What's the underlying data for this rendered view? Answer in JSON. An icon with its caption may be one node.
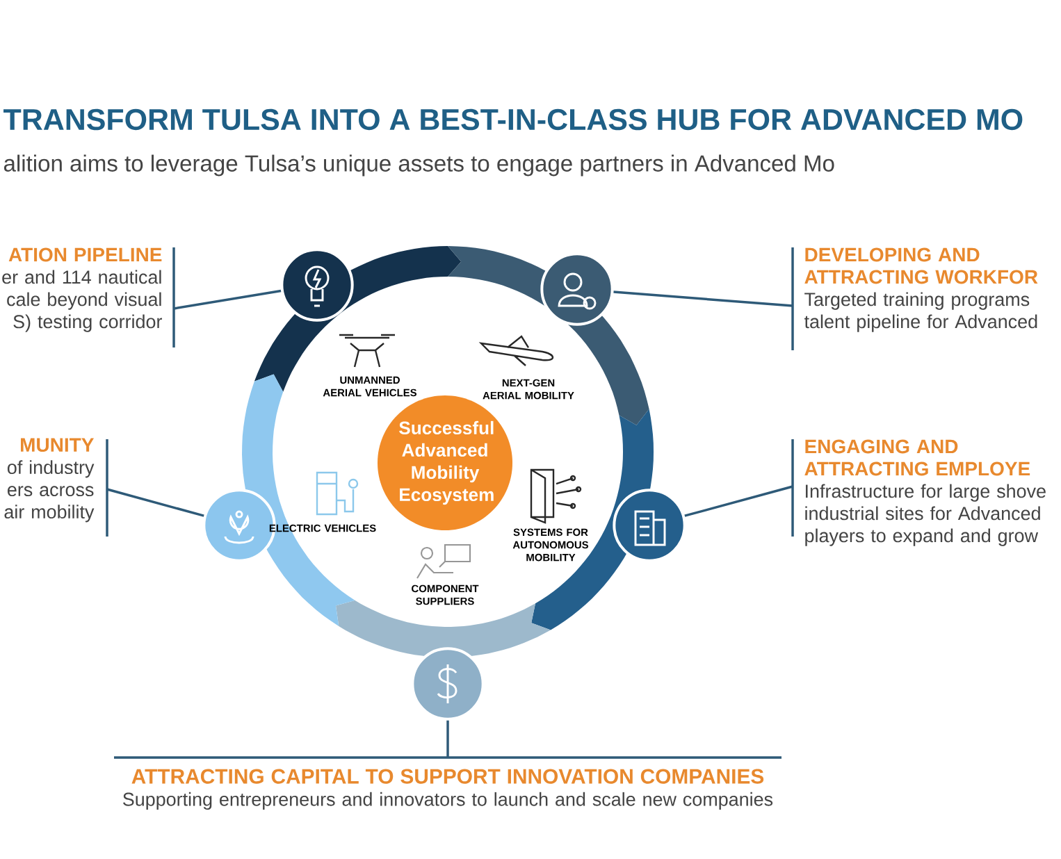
{
  "diagram": {
    "title": "TRANSFORM TULSA INTO A BEST-IN-CLASS HUB FOR ADVANCED MO",
    "nodes": [
      {
        "text": [
          "Successful Advanced Mobility Ecosystem"
        ]
      },
      {
        "text": [],
        "shape": "circle"
      },
      {
        "text": [],
        "shape": "circle"
      },
      {
        "text": [],
        "shape": "circle"
      },
      {
        "text": [],
        "shape": "circle"
      },
      {
        "text": [],
        "shape": "circle"
      },
      {
        "text": [
          "ATION PIPELINE",
          "er and 114 nautical cale beyond visual S) testing corridor"
        ]
      },
      {
        "text": [
          "DEVELOPING AND ATTRACTING WORKFOR",
          "Targeted training programs talent pipeline for Advanced"
        ]
      },
      {
        "text": [
          "MUNITY",
          "of industry ers across air mobility"
        ]
      },
      {
        "text": [
          "ENGAGING AND ATTRACTING EMPLOYE",
          "Infrastructure for large shove industrial sites for Advanced players to expand and grow"
        ]
      },
      {
        "text": [
          "ATTRACTING CAPITAL TO SUPPORT INNOVATION COMPANIES",
          "Supporting entrepreneurs and innovators to launch and scale new companies"
        ]
      }
    ],
    "edges": [
      {
        "from": 6,
        "to": 1,
        "arrow": "none"
      },
      {
        "from": 7,
        "to": 2,
        "arrow": "none"
      },
      {
        "from": 8,
        "to": 5,
        "arrow": "none"
      },
      {
        "from": 9,
        "to": 3,
        "arrow": "none"
      },
      {
        "from": 10,
        "to": 4,
        "arrow": "none"
      }
    ],
    "labels": [
      "alition aims to leverage Tulsa’s unique assets to engage partners in Advanced Mo",
      "UNMANNED AERIAL VEHICLES",
      "NEXT-GEN AERIAL MOBILITY",
      "ELECTRIC VEHICLES",
      "SYSTEMS FOR AUTONOMOUS MOBILITY",
      "COMPONENT SUPPLIERS"
    ]
  }
}
